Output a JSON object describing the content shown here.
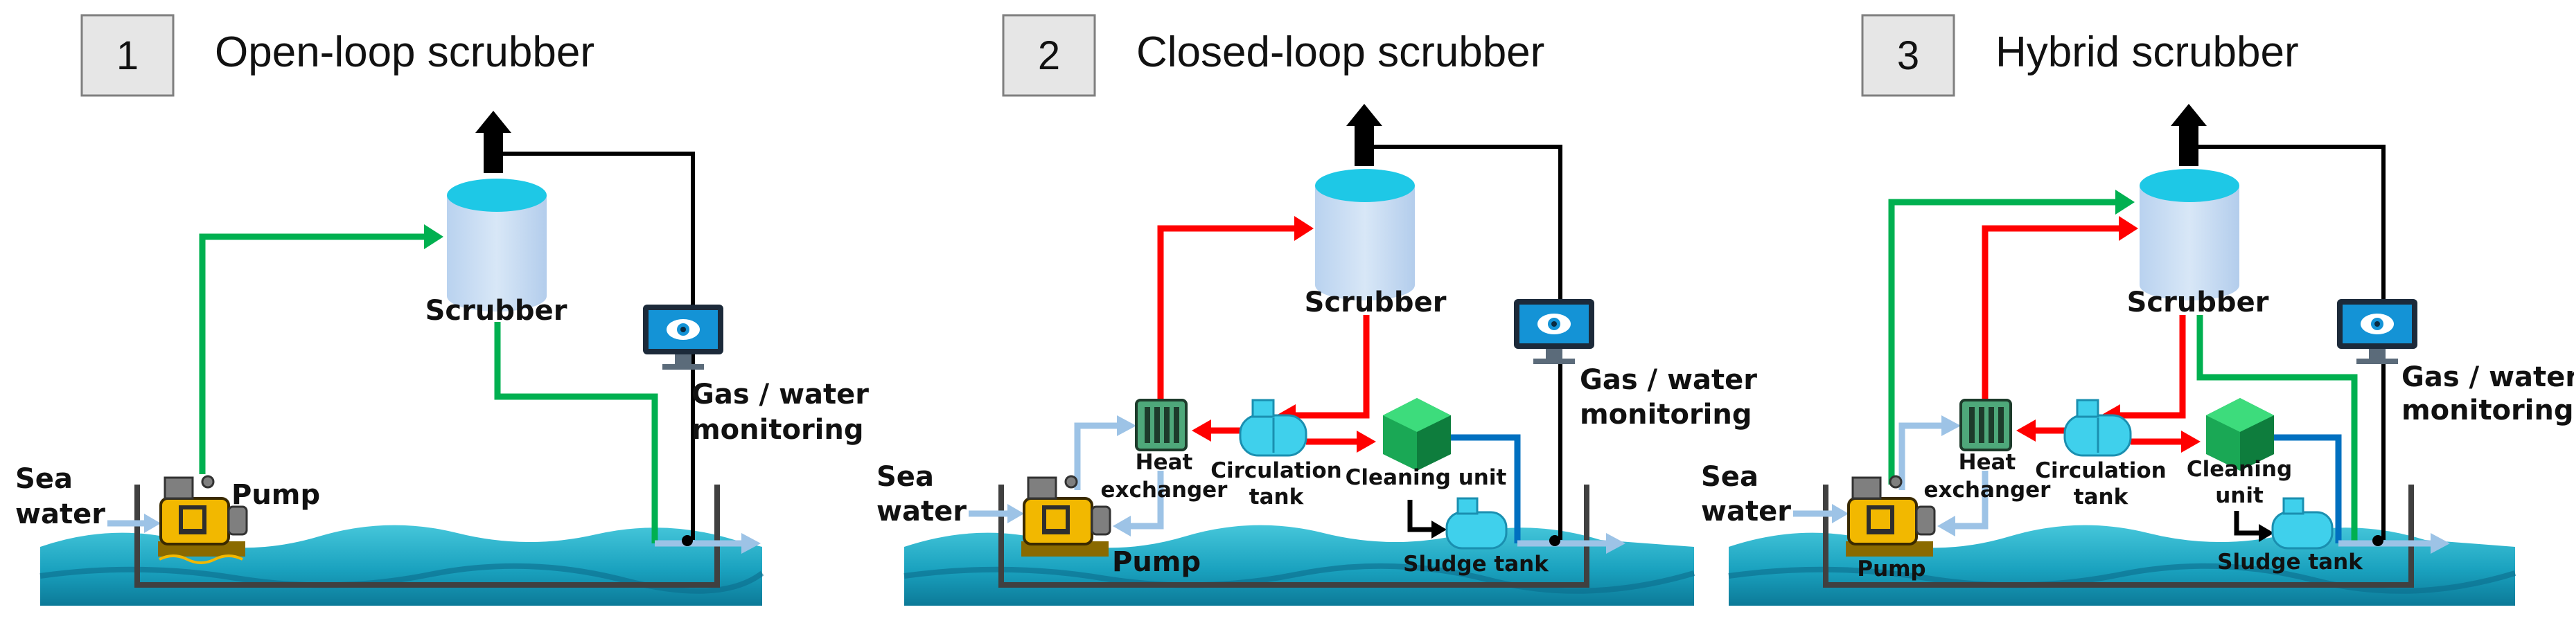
{
  "panels": [
    {
      "number": "1",
      "title": "Open-loop scrubber",
      "labels": {
        "scrubber": "Scrubber",
        "sea_water_1": "Sea",
        "sea_water_2": "water",
        "pump": "Pump",
        "monitoring_1": "Gas / water",
        "monitoring_2": "monitoring"
      }
    },
    {
      "number": "2",
      "title": "Closed-loop scrubber",
      "labels": {
        "scrubber": "Scrubber",
        "sea_water_1": "Sea",
        "sea_water_2": "water",
        "pump": "Pump",
        "heat_exchanger_1": "Heat",
        "heat_exchanger_2": "exchanger",
        "circulation_tank_1": "Circulation",
        "circulation_tank_2": "tank",
        "cleaning_unit": "Cleaning unit",
        "sludge_tank": "Sludge tank",
        "monitoring_1": "Gas / water",
        "monitoring_2": "monitoring"
      }
    },
    {
      "number": "3",
      "title": "Hybrid scrubber",
      "labels": {
        "scrubber": "Scrubber",
        "sea_water_1": "Sea",
        "sea_water_2": "water",
        "pump": "Pump",
        "heat_exchanger_1": "Heat",
        "heat_exchanger_2": "exchanger",
        "circulation_tank_1": "Circulation",
        "circulation_tank_2": "tank",
        "cleaning_unit_1": "Cleaning",
        "cleaning_unit_2": "unit",
        "sludge_tank": "Sludge tank",
        "monitoring_1": "Gas / water",
        "monitoring_2": "monitoring"
      }
    }
  ],
  "colors": {
    "sea_water_flow": "#00b050",
    "closed_loop_flow": "#ff0000",
    "exhaust": "#000000",
    "discharge": "#9dc3e6",
    "cleaning_flow": "#0070c0",
    "scrubber_top": "#1ec8e6",
    "scrubber_body": "#c7dcf3",
    "sea_light": "#3cc1d6",
    "sea_dark": "#0f7f9f",
    "monitor_screen": "#1493d6",
    "cleaning_unit": "#1aa855",
    "tank": "#3fd0ec",
    "pump": "#f2b800"
  },
  "icons": [
    "scrubber-icon",
    "pump-icon",
    "monitor-eye-icon",
    "heat-exchanger-icon",
    "circulation-tank-icon",
    "cleaning-unit-icon",
    "sludge-tank-icon",
    "exhaust-arrow-icon"
  ]
}
